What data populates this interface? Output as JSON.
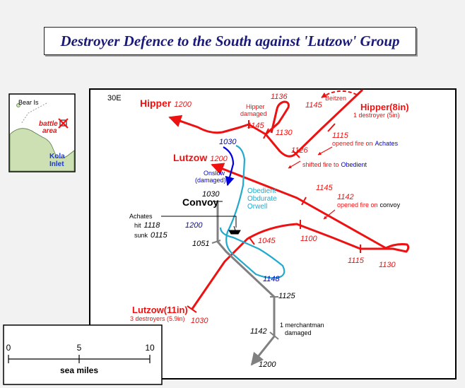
{
  "title": "Destroyer Defence to the South against 'Lutzow' Group",
  "meridian_label": "30E",
  "inset": {
    "bear_is": "Bear Is",
    "battle_area_1": "battle",
    "battle_area_2": "area",
    "kola_1": "Kola",
    "kola_2": "Inlet"
  },
  "scale": {
    "ticks": [
      "0",
      "5",
      "10"
    ],
    "label": "sea miles"
  },
  "colors": {
    "german": "#ee1111",
    "destroyers_blue": "#0000dd",
    "obedient_group": "#22aacc",
    "convoy": "#808080",
    "ocean": "#ffffff",
    "land": "#cce0b4"
  },
  "labels": {
    "hipper_west": "Hipper",
    "hipper_west_time": "1200",
    "hipper_damaged_1": "Hipper",
    "hipper_damaged_2": "damaged",
    "t1136": "1136",
    "t1145a": "1145",
    "t1130a": "1130",
    "t1126": "1126",
    "t1145b": "1145",
    "beitzen": "Beitzen",
    "hipper_8in": "Hipper(8in)",
    "hipper_destroyer": "1 destroyer (5in)",
    "t1115a": "1115",
    "opened_fire_achates_prefix": "opened fire on",
    "opened_fire_achates_target": "Achates",
    "shifted_fire_prefix": "shifted fire to",
    "shifted_fire_target": "Obedient",
    "t1030_onslow": "1030",
    "lutzow_1200": "Lutzow",
    "lutzow_1200_time": "1200",
    "onslow_1": "Onslow",
    "onslow_2": "(damaged)",
    "t1030_convoy": "1030",
    "convoy": "Convoy",
    "obedient": "Obedient",
    "obdurate": "Obdurate",
    "orwell": "Orwell",
    "t1145c": "1145",
    "t1142a": "1142",
    "opened_fire_convoy_prefix": "opened fire on",
    "opened_fire_convoy_target": "convoy",
    "achates": "Achates",
    "achates_hit": "hit",
    "achates_hit_time": "1118",
    "achates_sunk": "sunk",
    "achates_sunk_time": "0115",
    "t1200_blue": "1200",
    "t1051": "1051",
    "t1045": "1045",
    "t1100": "1100",
    "t1115b": "1115",
    "t1130b": "1130",
    "t1148": "1148",
    "t1125": "1125",
    "lutzow_11in": "Lutzow(11in)",
    "lutzow_destroyers": "3 destroyers (5.9in)",
    "t1030_lutzow": "1030",
    "merchantman_1": "1 merchantman",
    "merchantman_2": "damaged",
    "t1142b": "1142",
    "t1200_convoy": "1200"
  }
}
